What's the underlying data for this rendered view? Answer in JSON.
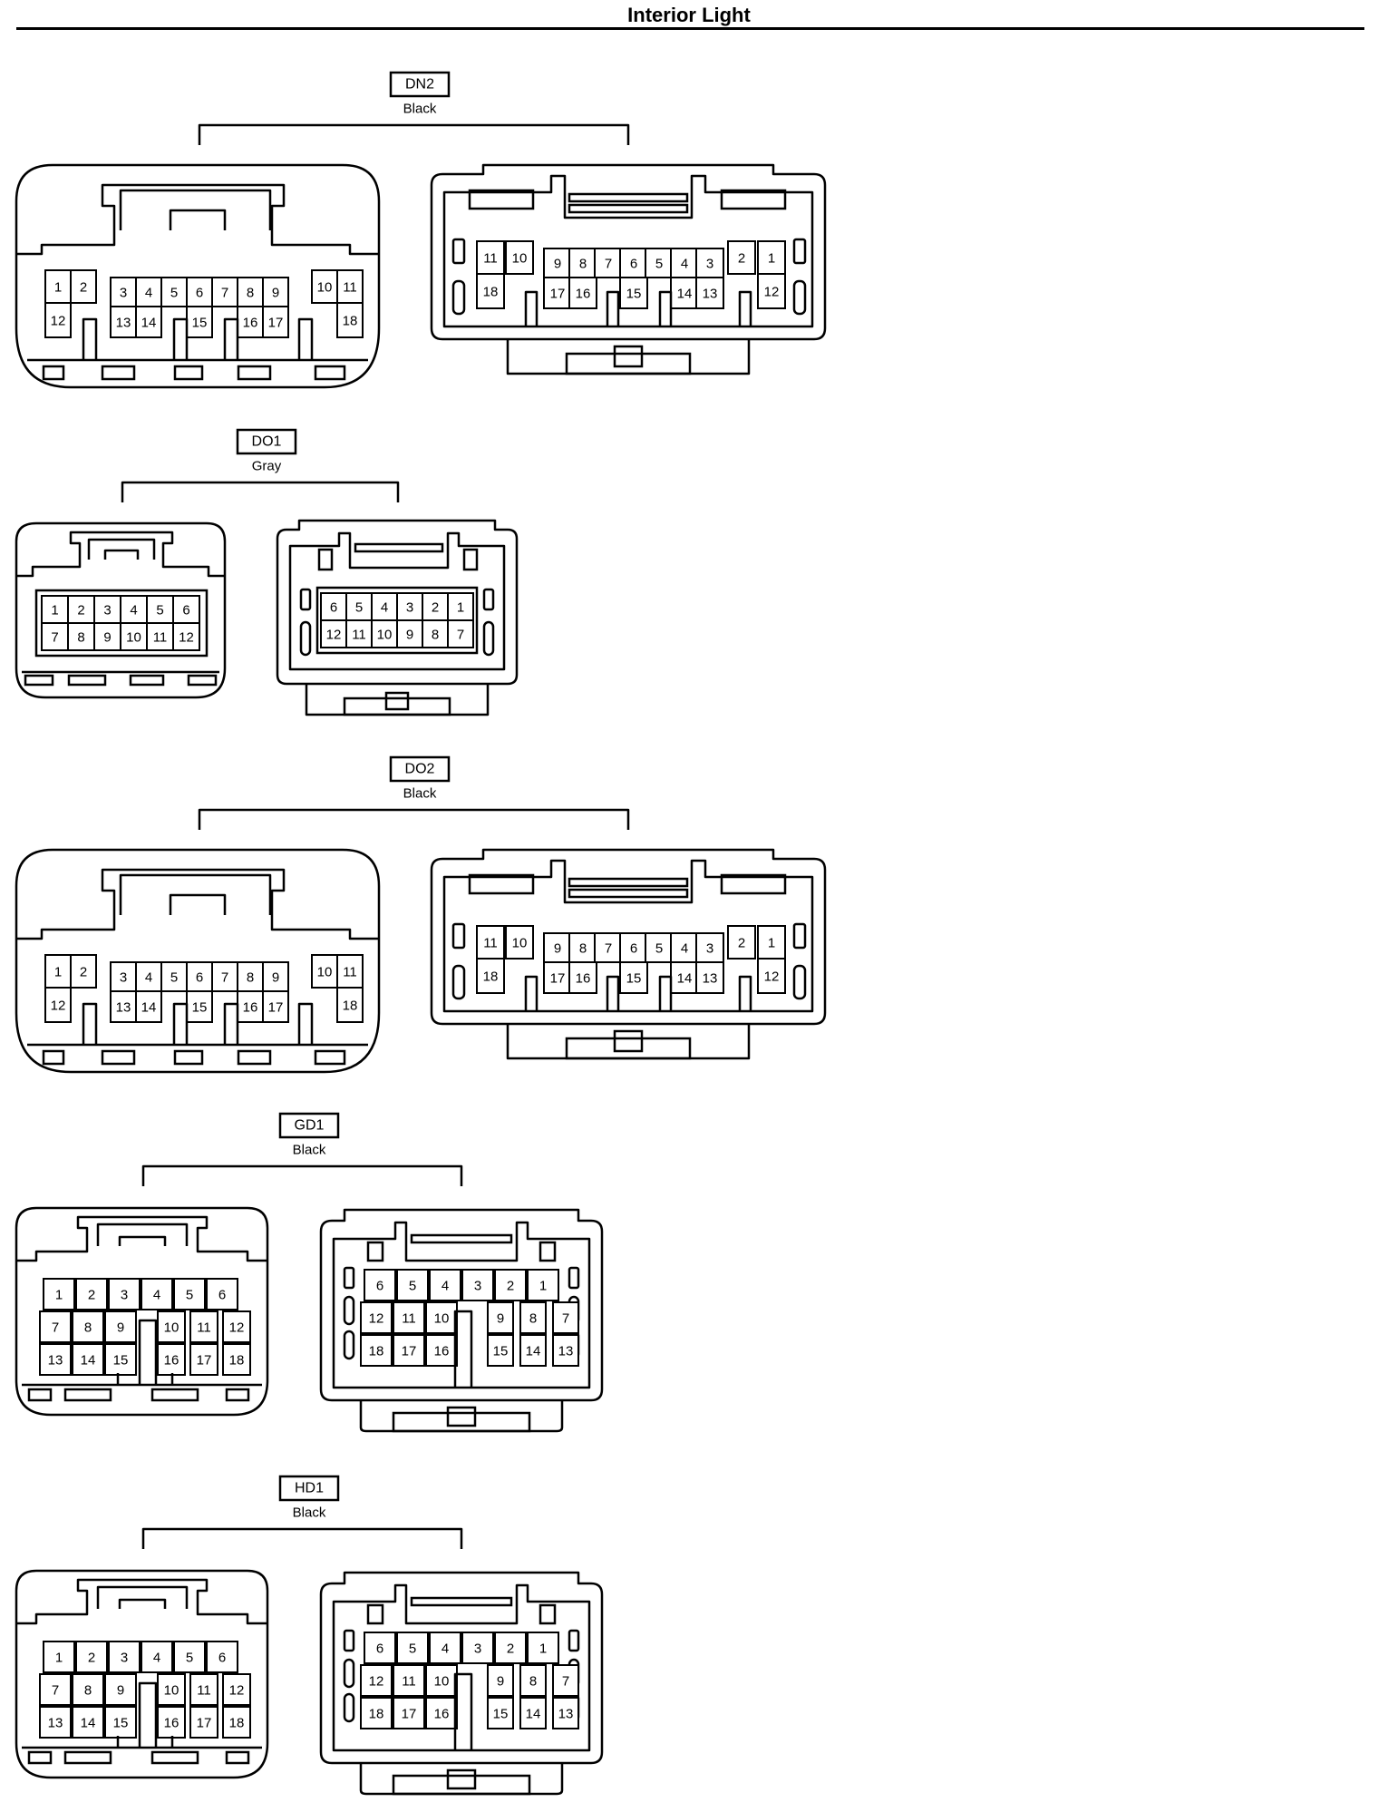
{
  "page": {
    "title": "Interior Light"
  },
  "connectors": [
    {
      "id": "dn2",
      "code": "DN2",
      "color": "Black",
      "type": "18pin",
      "male_top": [
        "1",
        "2",
        "3",
        "4",
        "5",
        "6",
        "7",
        "8",
        "9",
        "10",
        "11"
      ],
      "male_bottom": [
        "12",
        "13",
        "14",
        "15",
        "16",
        "17",
        "18"
      ],
      "female_top": [
        "11",
        "10",
        "9",
        "8",
        "7",
        "6",
        "5",
        "4",
        "3",
        "2",
        "1"
      ],
      "female_bottom": [
        "18",
        "17",
        "16",
        "15",
        "14",
        "13",
        "12"
      ]
    },
    {
      "id": "do1",
      "code": "DO1",
      "color": "Gray",
      "type": "12pin",
      "male_top": [
        "1",
        "2",
        "3",
        "4",
        "5",
        "6"
      ],
      "male_bottom": [
        "7",
        "8",
        "9",
        "10",
        "11",
        "12"
      ],
      "female_top": [
        "6",
        "5",
        "4",
        "3",
        "2",
        "1"
      ],
      "female_bottom": [
        "12",
        "11",
        "10",
        "9",
        "8",
        "7"
      ]
    },
    {
      "id": "do2",
      "code": "DO2",
      "color": "Black",
      "type": "18pin",
      "male_top": [
        "1",
        "2",
        "3",
        "4",
        "5",
        "6",
        "7",
        "8",
        "9",
        "10",
        "11"
      ],
      "male_bottom": [
        "12",
        "13",
        "14",
        "15",
        "16",
        "17",
        "18"
      ],
      "female_top": [
        "11",
        "10",
        "9",
        "8",
        "7",
        "6",
        "5",
        "4",
        "3",
        "2",
        "1"
      ],
      "female_bottom": [
        "18",
        "17",
        "16",
        "15",
        "14",
        "13",
        "12"
      ]
    },
    {
      "id": "gd1",
      "code": "GD1",
      "color": "Black",
      "type": "18pin3row",
      "male_rows": [
        [
          "1",
          "2",
          "3",
          "4",
          "5",
          "6"
        ],
        [
          "7",
          "8",
          "9",
          "10",
          "11",
          "12"
        ],
        [
          "13",
          "14",
          "15",
          "16",
          "17",
          "18"
        ]
      ],
      "female_rows": [
        [
          "6",
          "5",
          "4",
          "3",
          "2",
          "1"
        ],
        [
          "12",
          "11",
          "10",
          "9",
          "8",
          "7"
        ],
        [
          "18",
          "17",
          "16",
          "15",
          "14",
          "13"
        ]
      ]
    },
    {
      "id": "hd1",
      "code": "HD1",
      "color": "Black",
      "type": "18pin3row",
      "male_rows": [
        [
          "1",
          "2",
          "3",
          "4",
          "5",
          "6"
        ],
        [
          "7",
          "8",
          "9",
          "10",
          "11",
          "12"
        ],
        [
          "13",
          "14",
          "15",
          "16",
          "17",
          "18"
        ]
      ],
      "female_rows": [
        [
          "6",
          "5",
          "4",
          "3",
          "2",
          "1"
        ],
        [
          "12",
          "11",
          "10",
          "9",
          "8",
          "7"
        ],
        [
          "18",
          "17",
          "16",
          "15",
          "14",
          "13"
        ]
      ]
    }
  ]
}
